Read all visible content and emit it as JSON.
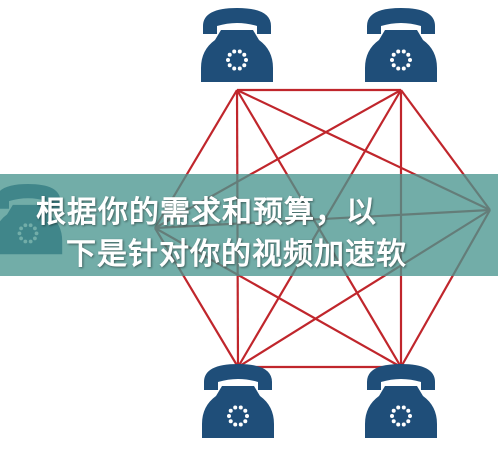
{
  "diagram": {
    "line_color": "#c0262c",
    "phone_color": "#1f4e79",
    "phones": [
      {
        "name": "phone-top-left"
      },
      {
        "name": "phone-top-right"
      },
      {
        "name": "phone-bottom-left"
      },
      {
        "name": "phone-bottom-right"
      },
      {
        "name": "phone-left-partial"
      }
    ]
  },
  "caption": {
    "line1": "根据你的需求和预算，以",
    "line2": "下是针对你的视频加速软",
    "band_color": "#4a968f"
  }
}
